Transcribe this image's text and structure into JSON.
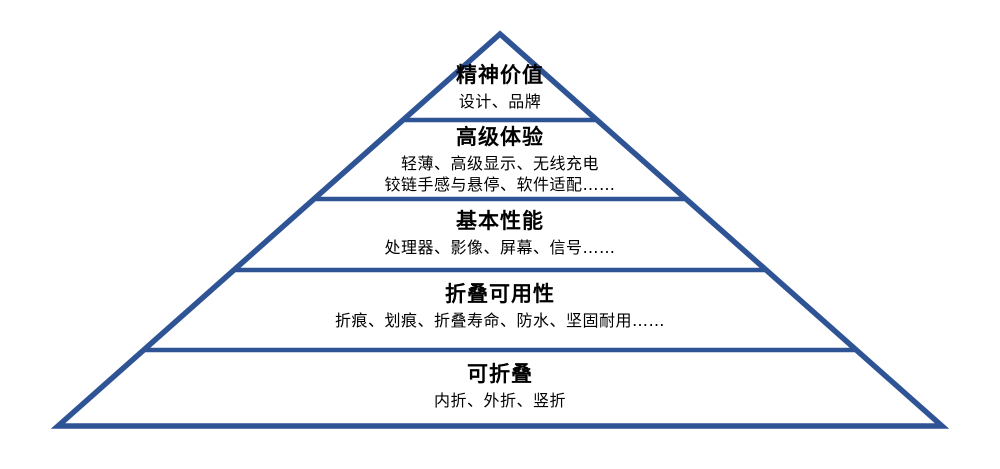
{
  "colors": {
    "outline": "#2F5496",
    "text": "#000000",
    "background": "#FFFFFF"
  },
  "pyramid": {
    "description": "five-level pyramid hierarchy diagram",
    "levels": [
      {
        "title": "精神价值",
        "lines": [
          "设计、品牌"
        ]
      },
      {
        "title": "高级体验",
        "lines": [
          "轻薄、高级显示、无线充电",
          "铰链手感与悬停、软件适配……"
        ]
      },
      {
        "title": "基本性能",
        "lines": [
          "处理器、影像、屏幕、信号……"
        ]
      },
      {
        "title": "折叠可用性",
        "lines": [
          "折痕、划痕、折叠寿命、防水、坚固耐用……"
        ]
      },
      {
        "title": "可折叠",
        "lines": [
          "内折、外折、竖折"
        ]
      }
    ]
  }
}
